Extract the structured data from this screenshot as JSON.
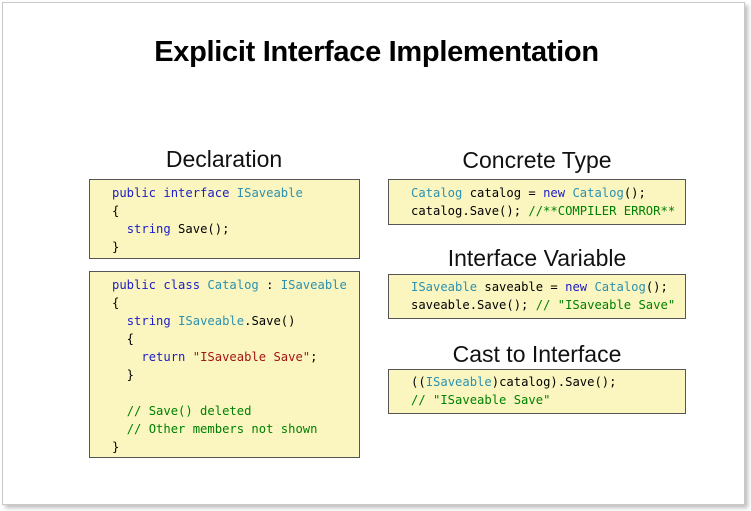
{
  "slide": {
    "title": "Explicit Interface Implementation",
    "headings": {
      "declaration": "Declaration",
      "concrete_type": "Concrete Type",
      "interface_variable": "Interface Variable",
      "cast_to_interface": "Cast to Interface"
    }
  },
  "code_boxes": {
    "interface_decl": [
      [
        {
          "t": "kw",
          "v": "public"
        },
        {
          "t": "",
          "v": " "
        },
        {
          "t": "kw",
          "v": "interface"
        },
        {
          "t": "",
          "v": " "
        },
        {
          "t": "ty",
          "v": "ISaveable"
        }
      ],
      [
        {
          "t": "",
          "v": "{"
        }
      ],
      [
        {
          "t": "",
          "v": "  "
        },
        {
          "t": "kw",
          "v": "string"
        },
        {
          "t": "",
          "v": " Save();"
        }
      ],
      [
        {
          "t": "",
          "v": "}"
        }
      ]
    ],
    "class_decl": [
      [
        {
          "t": "kw",
          "v": "public"
        },
        {
          "t": "",
          "v": " "
        },
        {
          "t": "kw",
          "v": "class"
        },
        {
          "t": "",
          "v": " "
        },
        {
          "t": "ty",
          "v": "Catalog"
        },
        {
          "t": "",
          "v": " : "
        },
        {
          "t": "ty",
          "v": "ISaveable"
        }
      ],
      [
        {
          "t": "",
          "v": "{"
        }
      ],
      [
        {
          "t": "",
          "v": "  "
        },
        {
          "t": "kw",
          "v": "string"
        },
        {
          "t": "",
          "v": " "
        },
        {
          "t": "ty",
          "v": "ISaveable"
        },
        {
          "t": "",
          "v": ".Save()"
        }
      ],
      [
        {
          "t": "",
          "v": "  {"
        }
      ],
      [
        {
          "t": "",
          "v": "    "
        },
        {
          "t": "kw",
          "v": "return"
        },
        {
          "t": "",
          "v": " "
        },
        {
          "t": "str",
          "v": "\"ISaveable Save\""
        },
        {
          "t": "",
          "v": ";"
        }
      ],
      [
        {
          "t": "",
          "v": "  }"
        }
      ],
      [
        {
          "t": "",
          "v": " "
        }
      ],
      [
        {
          "t": "",
          "v": "  "
        },
        {
          "t": "cm",
          "v": "// Save() deleted"
        }
      ],
      [
        {
          "t": "",
          "v": "  "
        },
        {
          "t": "cm",
          "v": "// Other members not shown"
        }
      ],
      [
        {
          "t": "",
          "v": "}"
        }
      ]
    ],
    "concrete_type": [
      [
        {
          "t": "ty",
          "v": "Catalog"
        },
        {
          "t": "",
          "v": " catalog = "
        },
        {
          "t": "kw",
          "v": "new"
        },
        {
          "t": "",
          "v": " "
        },
        {
          "t": "ty",
          "v": "Catalog"
        },
        {
          "t": "",
          "v": "();"
        }
      ],
      [
        {
          "t": "",
          "v": "catalog.Save(); "
        },
        {
          "t": "cm",
          "v": "//**COMPILER ERROR**"
        }
      ]
    ],
    "interface_variable": [
      [
        {
          "t": "ty",
          "v": "ISaveable"
        },
        {
          "t": "",
          "v": " saveable = "
        },
        {
          "t": "kw",
          "v": "new"
        },
        {
          "t": "",
          "v": " "
        },
        {
          "t": "ty",
          "v": "Catalog"
        },
        {
          "t": "",
          "v": "();"
        }
      ],
      [
        {
          "t": "",
          "v": "saveable.Save(); "
        },
        {
          "t": "cm",
          "v": "// \"ISaveable Save\""
        }
      ]
    ],
    "cast_to_interface": [
      [
        {
          "t": "",
          "v": "(("
        },
        {
          "t": "ty",
          "v": "ISaveable"
        },
        {
          "t": "",
          "v": ")catalog).Save();"
        }
      ],
      [
        {
          "t": "cm",
          "v": "// \"ISaveable Save\""
        }
      ]
    ]
  },
  "colors": {
    "keyword": "#1c1cc8",
    "type": "#2b91af",
    "string": "#a31515",
    "comment": "#008000",
    "code_background": "#fbf6c0"
  }
}
